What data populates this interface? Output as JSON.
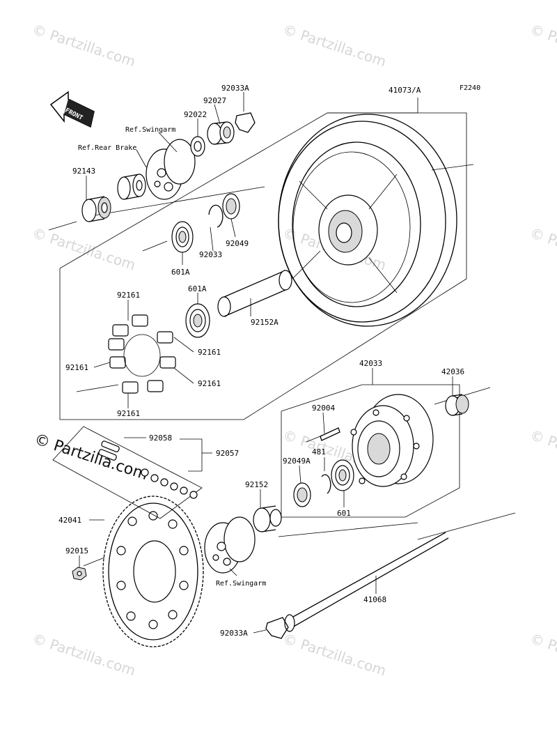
{
  "figure_code": "F2240",
  "front_label": "FRONT",
  "watermark": "© Partzilla.com",
  "parts": {
    "p41073A": "41073/A",
    "p92033A_top": "92033A",
    "p92027": "92027",
    "p92022": "92022",
    "ref_swingarm_top": "Ref.Swingarm",
    "ref_rear_brake": "Ref.Rear Brake",
    "p92143": "92143",
    "p92049": "92049",
    "p92033": "92033",
    "p601A_a": "601A",
    "p601A_b": "601A",
    "p92152A": "92152A",
    "p92161_top": "92161",
    "p92161_right": "92161",
    "p92161_left": "92161",
    "p92161_right2": "92161",
    "p92161_bottom": "92161",
    "p42033": "42033",
    "p42036": "42036",
    "p92004": "92004",
    "p92058": "92058",
    "p92057": "92057",
    "p92049A": "92049A",
    "p481": "481",
    "p92152": "92152",
    "p601": "601",
    "p42041": "42041",
    "p92015": "92015",
    "ref_swingarm_bottom": "Ref.Swingarm",
    "p41068": "41068",
    "p92033A_bottom": "92033A"
  }
}
